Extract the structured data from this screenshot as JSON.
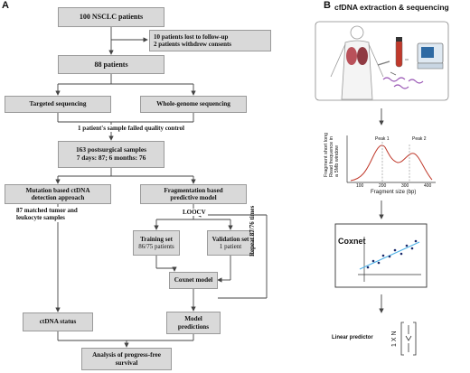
{
  "panel_a": {
    "label": "A",
    "patients_total": "100 NSCLC patients",
    "excluded_line1": "10 patients lost to follow-up",
    "excluded_line2": "2 patients withdrew consents",
    "patients_included": "88 patients",
    "targeted_sequencing": "Targeted sequencing",
    "wgs": "Whole-genome sequencing",
    "qc_failed": "1 patient's sample failed quality control",
    "samples_line1": "163 postsurgical samples",
    "samples_line2": "7 days: 87; 6 months: 76",
    "mutation_line1": "Mutation based ctDNA",
    "mutation_line2": "detection approach",
    "fragmentation_line1": "Fragmentation based",
    "fragmentation_line2": "predictive model",
    "matched_line1": "87 matched tumor and",
    "matched_line2": "leukocyte samples",
    "loocv": "LOOCV",
    "training_title": "Training set",
    "training_detail": "86/75 patients",
    "validation_title": "Validation set",
    "validation_detail": "1 patient",
    "repeat": "Repeat 87/76 times",
    "coxnet_model": "Coxnet model",
    "ctdna_status": "ctDNA status",
    "model_line1": "Model",
    "model_line2": "predictions",
    "analysis_line1": "Analysis of progress-free",
    "analysis_line2": "survival"
  },
  "panel_b": {
    "label": "B",
    "title": "cfDNA extraction & sequencing",
    "plot_ylabel_line1": "Fragment short long",
    "plot_ylabel_line2": "Read frequence in",
    "plot_ylabel_line3": "a 5Mb window",
    "plot_xlabel": "Fragment size (bp)",
    "peak1": "Peak 1",
    "peak2": "Peak 2",
    "ticks": [
      "100",
      "200",
      "300",
      "400"
    ],
    "coxnet_label": "Coxnet",
    "linear_predictor": "Linear predictor",
    "matrix_label": "1 X N"
  },
  "colors": {
    "box_fill": "#d9d9d9",
    "density_curve": "#c0392b",
    "fit_line": "#4fb3e8",
    "tube_red": "#c0392b",
    "dna_purple": "#9b59b6"
  }
}
